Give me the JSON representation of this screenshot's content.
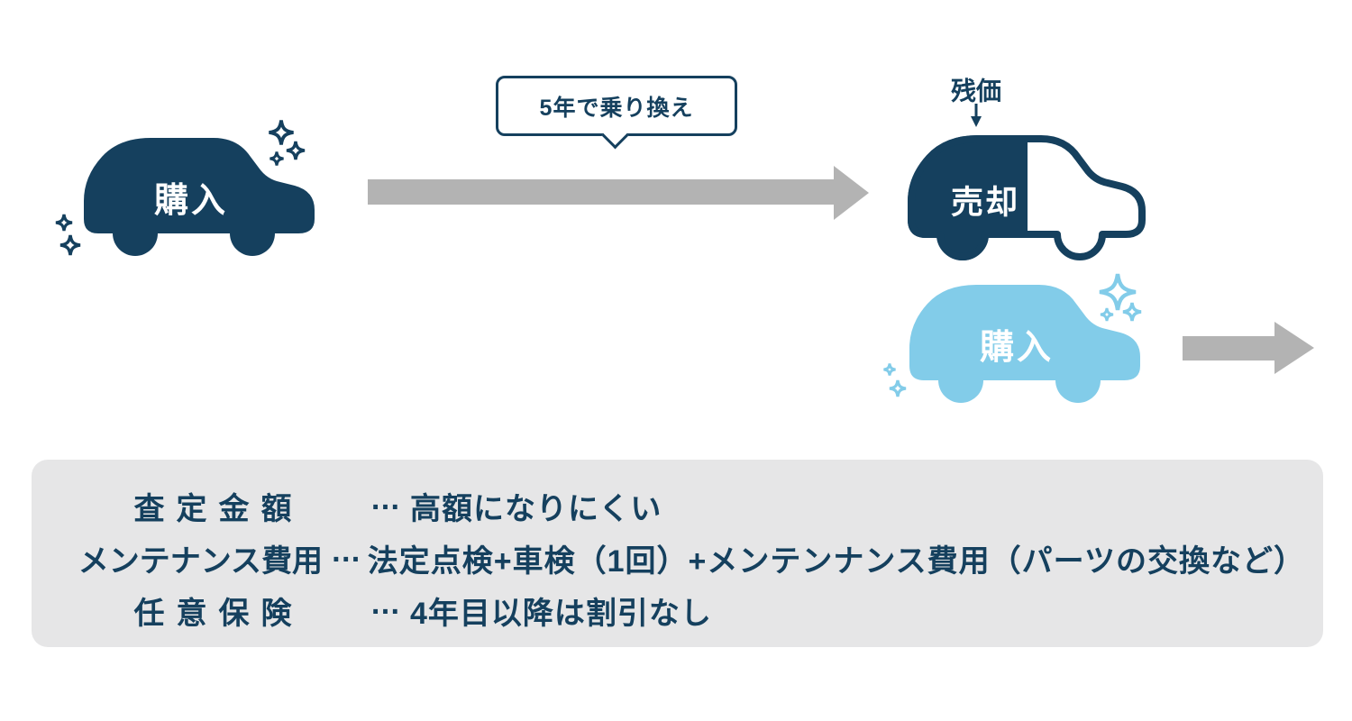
{
  "colors": {
    "navy": "#15405e",
    "light_blue": "#82cce9",
    "arrow_gray": "#b3b3b3",
    "panel_gray": "#e6e6e7",
    "car_text_white": "#ffffff"
  },
  "flow": {
    "start_car": {
      "label": "購入"
    },
    "swap_bubble": {
      "text": "5年で乗り換え"
    },
    "sold_car": {
      "label": "売却",
      "annotation": "残価"
    },
    "new_car": {
      "label": "購入"
    }
  },
  "notes": {
    "rows": [
      {
        "term": "査定金額",
        "dots": "…",
        "desc": "高額になりにくい"
      },
      {
        "term": "メンテナンス費用",
        "dots": "…",
        "desc": "法定点検+車検（1回）+メンテンナンス費用（パーツの交換など）"
      },
      {
        "term": "任意保険",
        "dots": "…",
        "desc": "4年目以降は割引なし"
      }
    ]
  }
}
